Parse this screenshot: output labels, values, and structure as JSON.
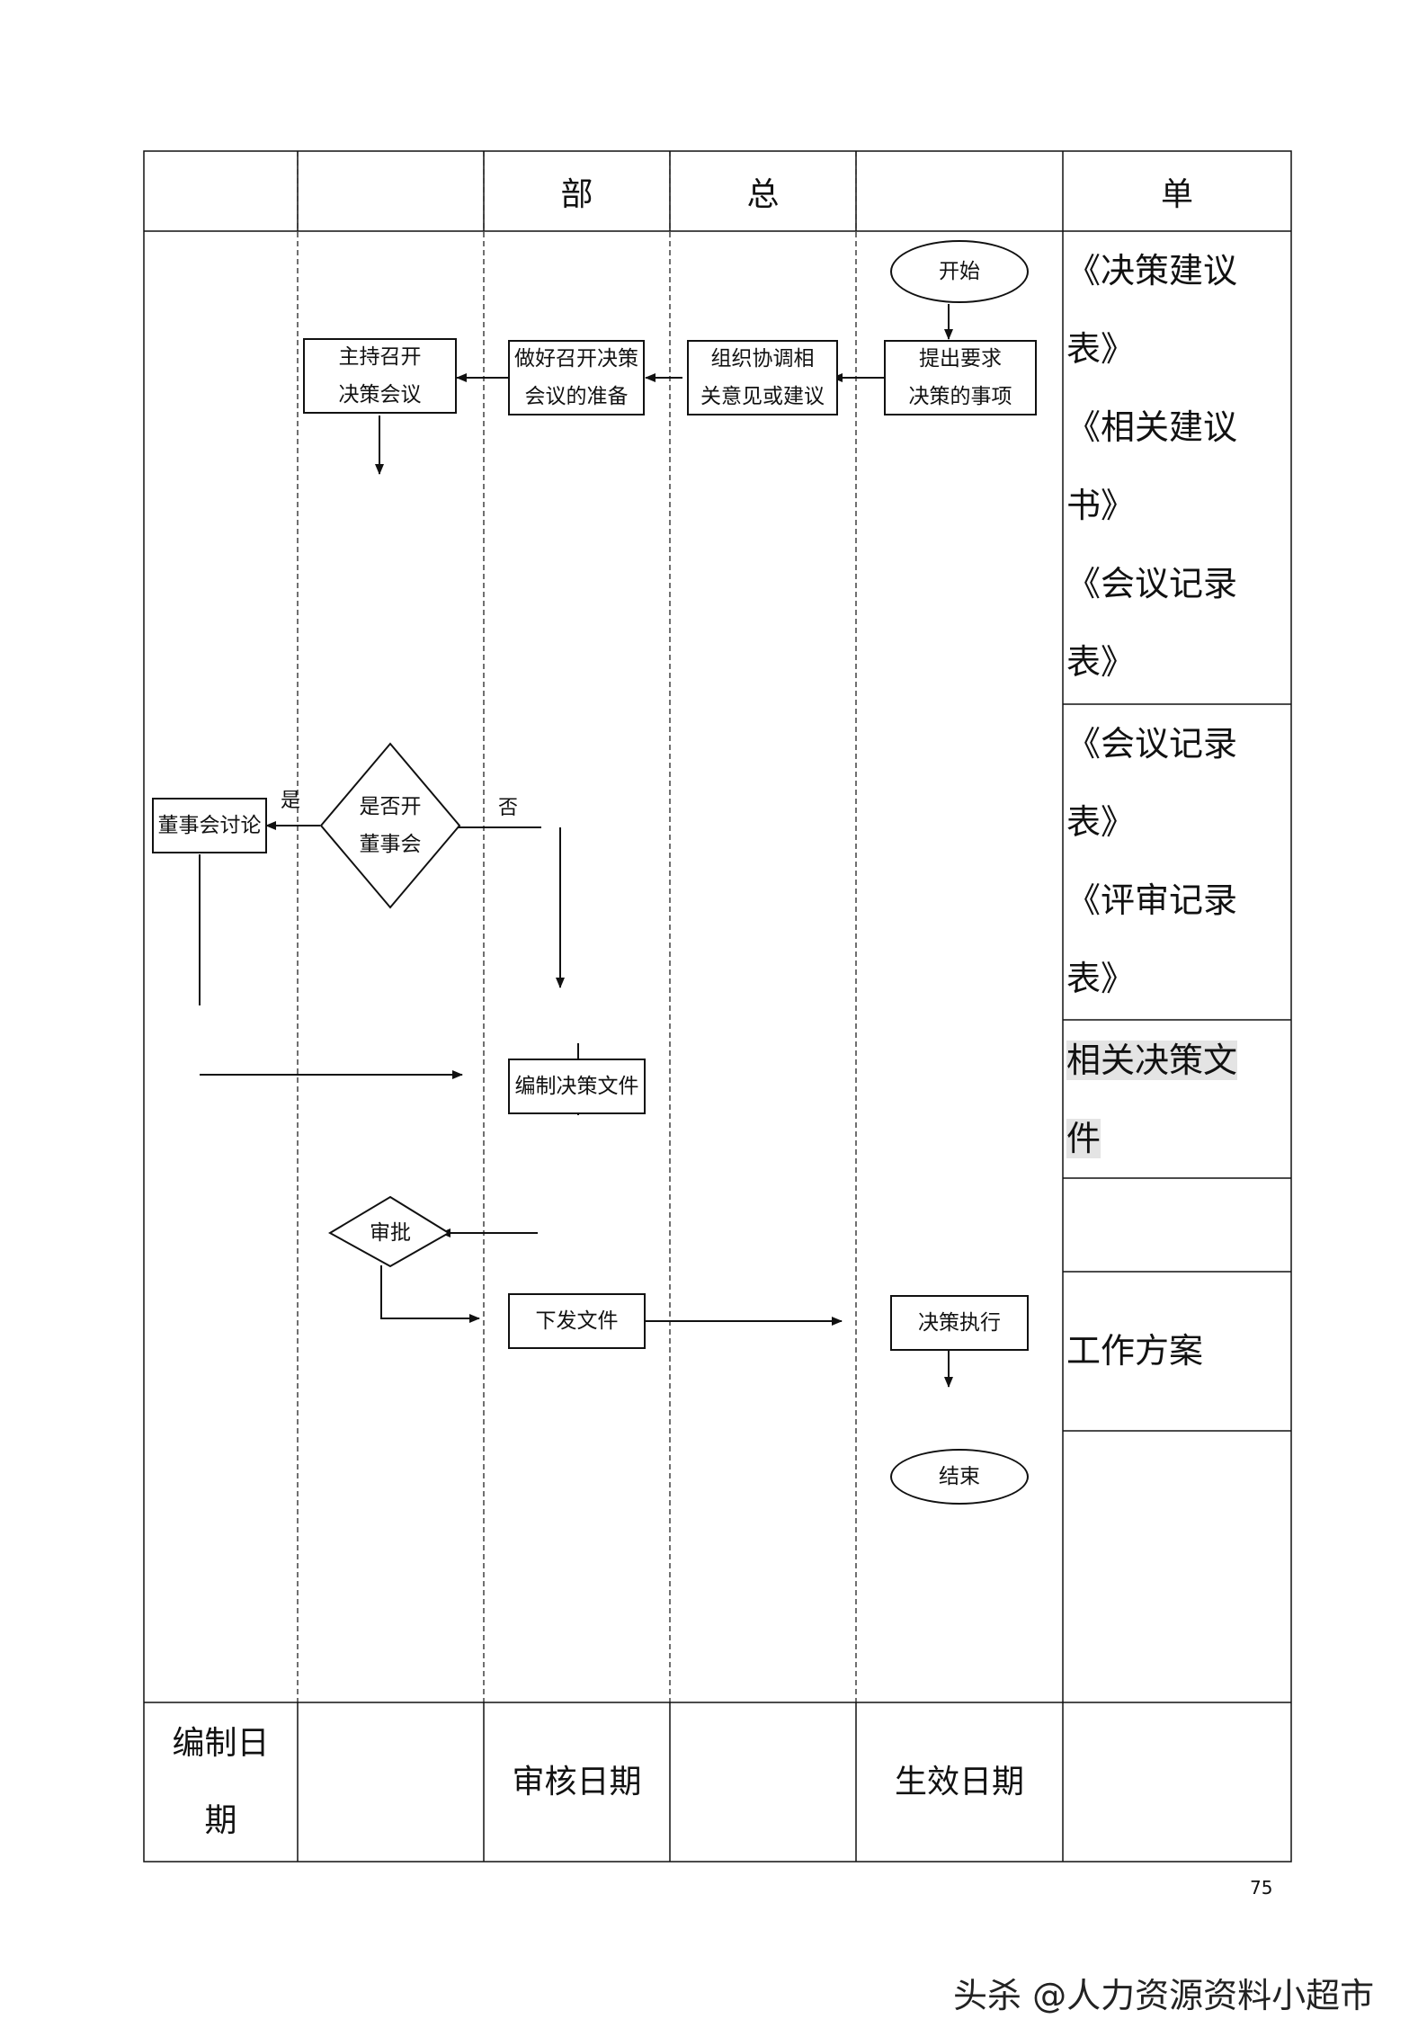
{
  "header": {
    "col3": "部",
    "col4": "总",
    "col6": "单"
  },
  "flow": {
    "start": "开始",
    "propose": "提出要求\n决策的事项",
    "coordinate": "组织协调相\n关意见或建议",
    "prepare": "做好召开决策\n会议的准备",
    "host": "主持召开\n决策会议",
    "decision": "是否开\n董事会",
    "yes": "是",
    "no": "否",
    "board": "董事会讨论",
    "compile": "编制决策文件",
    "approve": "审批",
    "issue": "下发文件",
    "execute": "决策执行",
    "end": "结束"
  },
  "records": {
    "r1": "《决策建议\n表》\n《相关建议\n书》\n《会议记录\n表》",
    "r2": "《会议记录\n表》\n《评审记录\n表》",
    "r3": "相关决策文\n件",
    "r4": "",
    "r5": "工作方案",
    "r6": ""
  },
  "footer": {
    "compiled_date": "编制日\n期",
    "reviewed_date": "审核日期",
    "effective_date": "生效日期"
  },
  "page_number": "75",
  "watermark": "头杀 @人力资源资料小超市"
}
